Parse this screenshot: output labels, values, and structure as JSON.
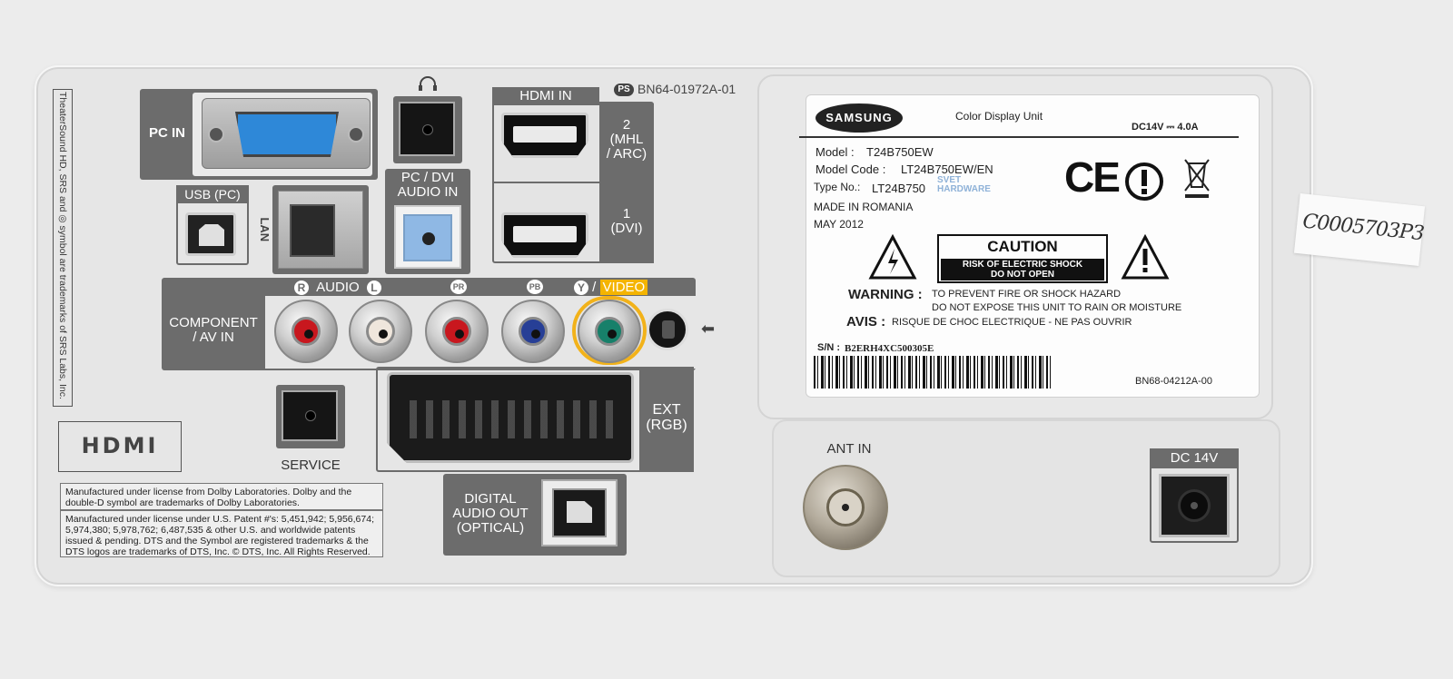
{
  "panel": {
    "side_text": "TheaterSound HD, SRS and ◎ symbol are trademarks of SRS Labs, Inc.",
    "pc_in": "PC IN",
    "headphone_icon": "headphones-icon",
    "ps_badge": "PS",
    "part_number": "BN64-01972A-01",
    "hdmi_in": "HDMI IN",
    "hdmi2": "2\n(MHL\n/ ARC)",
    "hdmi1": "1\n(DVI)",
    "usb_pc": "USB (PC)",
    "lan": "LAN",
    "pc_dvi_audio": "PC / DVI\nAUDIO IN",
    "audio_r": "R",
    "audio": "AUDIO",
    "audio_l": "L",
    "pr": "PR",
    "pb": "PB",
    "y": "Y",
    "video": "VIDEO",
    "component_av": "COMPONENT\n/ AV IN",
    "hdmi_logo": "HDMI",
    "service": "SERVICE",
    "ext_rgb": "EXT\n(RGB)",
    "digital_audio_out": "DIGITAL\nAUDIO OUT\n(OPTICAL)",
    "dolby_note": "Manufactured under license from Dolby Laboratories. Dolby and the double-D symbol are trademarks of Dolby Laboratories.",
    "dts_note": "Manufactured under license under U.S. Patent #'s: 5,451,942; 5,956,674; 5,974,380; 5,978,762; 6,487,535 & other U.S. and worldwide patents issued & pending. DTS and the Symbol are registered trademarks & the DTS logos are trademarks of DTS, Inc. © DTS, Inc. All Rights Reserved.",
    "ant_in": "ANT IN",
    "dc_14v": "DC 14V"
  },
  "label": {
    "brand": "SAMSUNG",
    "product": "Color Display Unit",
    "power": "DC14V ⎓  4.0A",
    "model_label": "Model :",
    "model": "T24B750EW",
    "model_code_label": "Model Code :",
    "model_code": "LT24B750EW/EN",
    "type_label": "Type No.:",
    "type_no": "LT24B750",
    "made_in": "MADE IN ROMANIA",
    "date": "MAY 2012",
    "watermark": "SVET HARDWARE",
    "ce_mark": "CE",
    "caution": "CAUTION",
    "caution_sub1": "RISK OF ELECTRIC SHOCK",
    "caution_sub2": "DO NOT OPEN",
    "warning_label": "WARNING :",
    "warning_text1": "TO PREVENT FIRE OR SHOCK HAZARD",
    "warning_text2": "DO NOT EXPOSE THIS UNIT TO RAIN OR MOISTURE",
    "avis_label": "AVIS :",
    "avis_text": "RISQUE DE CHOC ELECTRIQUE - NE PAS OUVRIR",
    "sn_label": "S/N :",
    "serial": "B2ERH4XC500305E",
    "label_part": "BN68-04212A-00"
  },
  "sticker": {
    "text": "C0005703P3"
  }
}
